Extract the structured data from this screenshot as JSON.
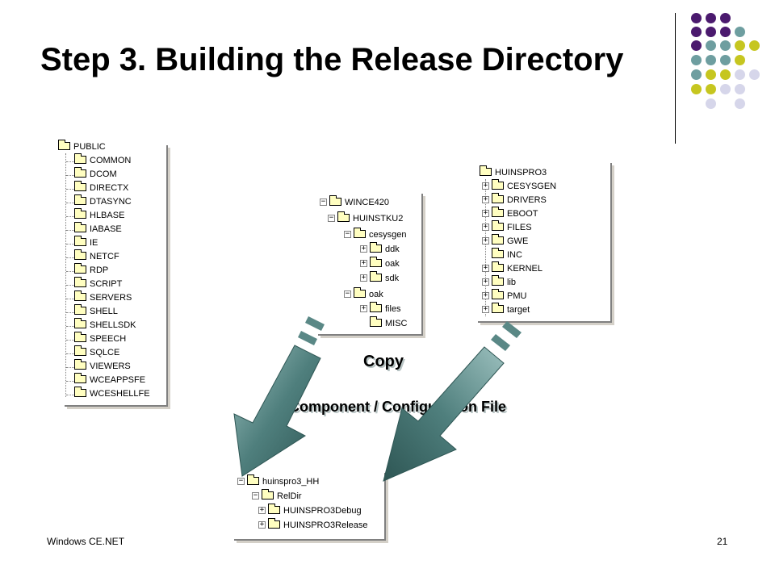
{
  "title": "Step 3. Building the Release Directory",
  "decor_colors": {
    "purple": "#4b1a6e",
    "teal": "#6e9ea0",
    "yellow": "#c6c620",
    "lavender": "#d6d6ea"
  },
  "public_tree": {
    "root": "PUBLIC",
    "items": [
      "COMMON",
      "DCOM",
      "DIRECTX",
      "DTASYNC",
      "HLBASE",
      "IABASE",
      "IE",
      "NETCF",
      "RDP",
      "SCRIPT",
      "SERVERS",
      "SHELL",
      "SHELLSDK",
      "SPEECH",
      "SQLCE",
      "VIEWERS",
      "WCEAPPSFE",
      "WCESHELLFE"
    ]
  },
  "wince_tree": {
    "root": "WINCE420",
    "project": "HUINSTKU2",
    "cesysgen": "cesysgen",
    "cesysgen_children": [
      "ddk",
      "oak",
      "sdk"
    ],
    "oak": "oak",
    "oak_children": [
      "files",
      "MISC"
    ]
  },
  "huinspro_tree": {
    "root": "HUINSPRO3",
    "items": [
      "CESYSGEN",
      "DRIVERS",
      "EBOOT",
      "FILES",
      "GWE",
      "INC",
      "KERNEL",
      "lib",
      "PMU",
      "target"
    ]
  },
  "reldir_tree": {
    "root": "huinspro3_HH",
    "reldir": "RelDir",
    "children": [
      "HUINSPRO3Debug",
      "HUINSPRO3Release"
    ]
  },
  "labels": {
    "copy": "Copy",
    "component": "Component / Configuration File"
  },
  "footer": {
    "left": "Windows CE.NET",
    "page_number": "21"
  }
}
